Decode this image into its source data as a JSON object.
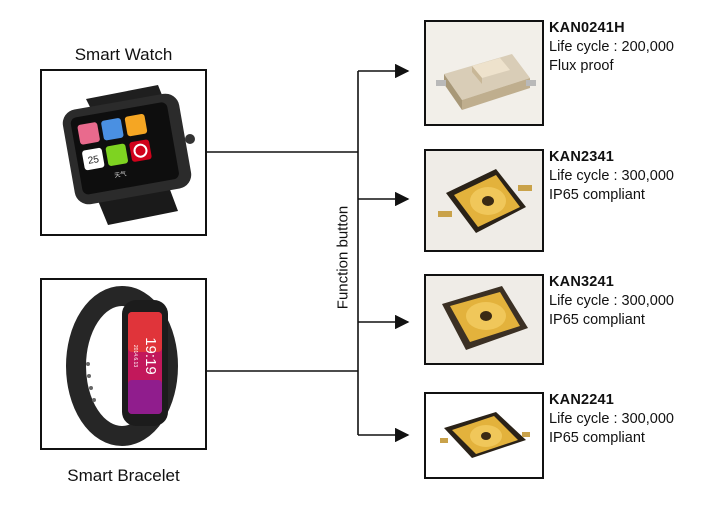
{
  "devices": [
    {
      "label": "Smart Watch",
      "image": "smart-watch-photo",
      "watch_icons": [
        "25",
        "天气"
      ]
    },
    {
      "label": "Smart Bracelet",
      "image": "smart-bracelet-photo",
      "time": "19:19",
      "date": "2014.6.13"
    }
  ],
  "function_label": "Function button",
  "parts": [
    {
      "part_number": "KAN0241H",
      "life_cycle": "Life cycle : 200,000",
      "feature": "Flux proof",
      "image": "tact-switch-photo"
    },
    {
      "part_number": "KAN2341",
      "life_cycle": "Life cycle : 300,000",
      "feature": "IP65 compliant",
      "image": "smd-switch-photo"
    },
    {
      "part_number": "KAN3241",
      "life_cycle": "Life cycle : 300,000",
      "feature": "IP65 compliant",
      "image": "smd-switch-photo"
    },
    {
      "part_number": "KAN2241",
      "life_cycle": "Life cycle : 300,000",
      "feature": "IP65 compliant",
      "image": "smd-switch-photo"
    }
  ],
  "colors": {
    "line": "#111111",
    "gold": "#e3b23c",
    "gold_dark": "#b8871d",
    "switch_body": "#2a2218"
  }
}
